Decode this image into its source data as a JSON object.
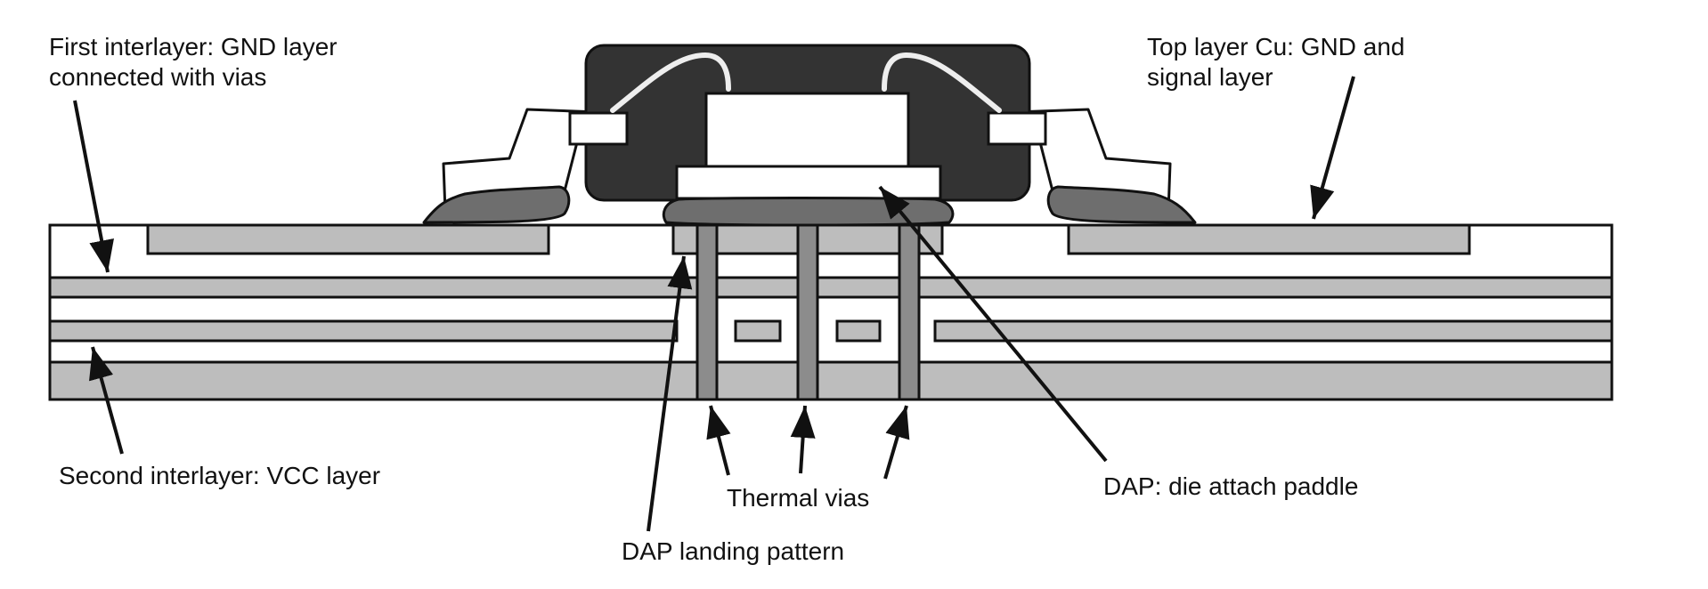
{
  "colors": {
    "stroke": "#111111",
    "board": "#ffffff",
    "copper_layer": "#bdbdbd",
    "mold_compound": "#333333",
    "solder": "#6e6e6e",
    "via": "#8c8c8c",
    "wire": "#eeeeee"
  },
  "labels": {
    "first_interlayer": [
      "First interlayer: GND layer",
      "connected with vias"
    ],
    "top_layer": [
      "Top layer Cu: GND and",
      "signal layer"
    ],
    "second_interlayer": "Second interlayer: VCC  layer",
    "thermal_vias": "Thermal vias",
    "dap": "DAP: die attach paddle",
    "dap_landing": "DAP landing pattern"
  }
}
